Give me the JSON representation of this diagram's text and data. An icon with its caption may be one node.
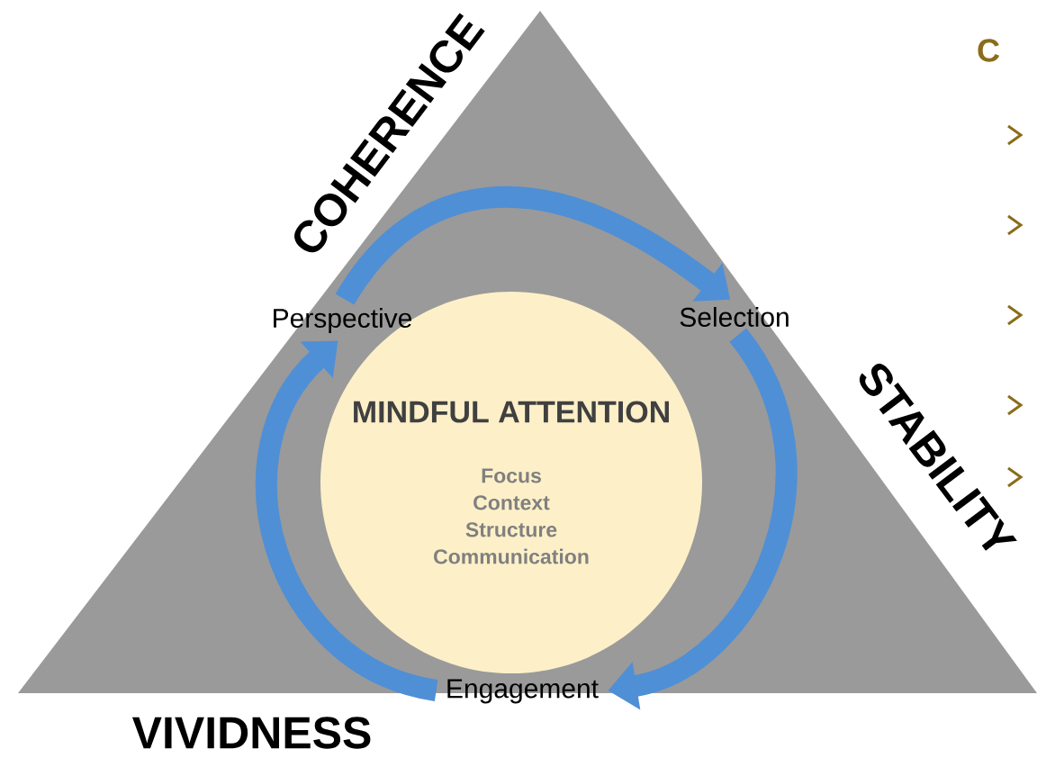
{
  "diagram": {
    "nodes": [
      {
        "text": [
          "MINDFUL ATTENTION",
          "Focus Context Structure Communication"
        ]
      },
      {
        "text": [
          "Perspective"
        ]
      },
      {
        "text": [
          "Selection"
        ]
      },
      {
        "text": [
          "Engagement"
        ]
      }
    ],
    "edges": [
      {
        "from": 1,
        "to": 2,
        "arrow": "to"
      },
      {
        "from": 2,
        "to": 3,
        "arrow": "to"
      },
      {
        "from": 3,
        "to": 1,
        "arrow": "to"
      }
    ],
    "labels": [
      "COHERENCE",
      "STABILITY",
      "VIVIDNESS",
      "C"
    ]
  }
}
